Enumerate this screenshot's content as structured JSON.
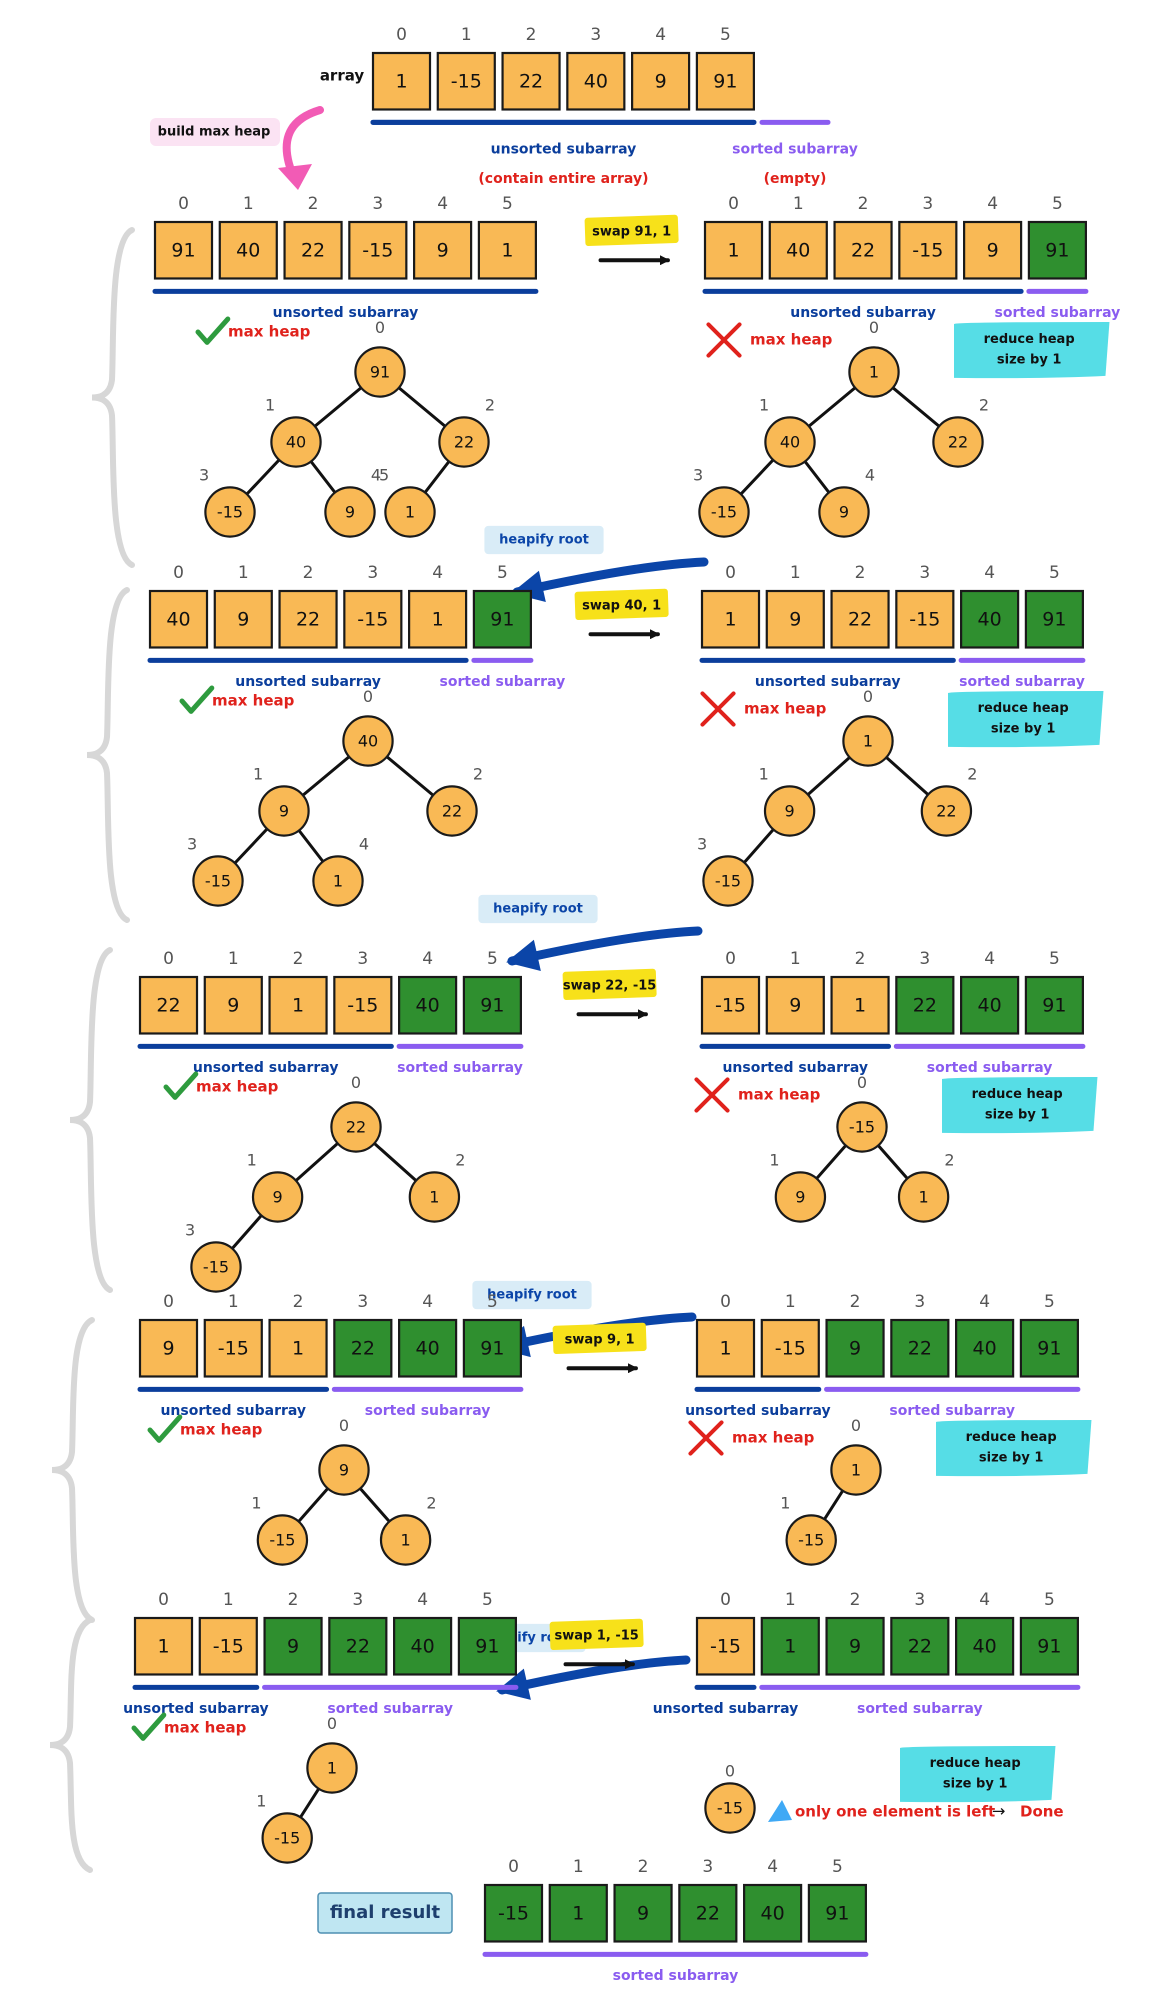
{
  "colors": {
    "unsorted": "#f9b955",
    "sorted": "#2f8f2f",
    "outline": "#1a1a1a",
    "unsorted_line": "#0b3e9c",
    "sorted_line": "#8a5cf0",
    "red": "#e0221c",
    "check": "#2e9b3e",
    "cyan": "#56dde6",
    "yellow": "#f7e11a",
    "pink_arrow": "#f25bb5",
    "blue_arrow": "#0b45a8",
    "index": "#555555",
    "final_badge": "#bfe6f2"
  },
  "labels": {
    "array": "array",
    "unsorted": "unsorted subarray",
    "sorted": "sorted subarray",
    "contain_entire": "(contain entire array)",
    "empty": "(empty)",
    "build_max_heap": "build max heap",
    "max_heap": "max heap",
    "heapify_root": "heapify root",
    "reduce_heap_l1": "reduce heap",
    "reduce_heap_l2": "size by 1",
    "only_one_left": "only one element is left",
    "arrow_right": "→",
    "done": "Done",
    "final_result": "final result",
    "index_zero": "0"
  },
  "initial": {
    "values": [
      "1",
      "-15",
      "22",
      "40",
      "9",
      "91"
    ],
    "sorted_from": 6
  },
  "steps": [
    {
      "swap": "swap 91, 1",
      "before": {
        "values": [
          "91",
          "40",
          "22",
          "-15",
          "9",
          "1"
        ],
        "sorted_from": 6
      },
      "after": {
        "values": [
          "1",
          "40",
          "22",
          "-15",
          "9",
          "91"
        ],
        "sorted_from": 5
      },
      "heap_before": [
        "91",
        "40",
        "22",
        "-15",
        "9",
        "1"
      ],
      "heap_after": [
        "1",
        "40",
        "22",
        "-15",
        "9"
      ]
    },
    {
      "swap": "swap 40, 1",
      "before": {
        "values": [
          "40",
          "9",
          "22",
          "-15",
          "1",
          "91"
        ],
        "sorted_from": 5
      },
      "after": {
        "values": [
          "1",
          "9",
          "22",
          "-15",
          "40",
          "91"
        ],
        "sorted_from": 4
      },
      "heap_before": [
        "40",
        "9",
        "22",
        "-15",
        "1"
      ],
      "heap_after": [
        "1",
        "9",
        "22",
        "-15"
      ]
    },
    {
      "swap": "swap 22, -15",
      "before": {
        "values": [
          "22",
          "9",
          "1",
          "-15",
          "40",
          "91"
        ],
        "sorted_from": 4
      },
      "after": {
        "values": [
          "-15",
          "9",
          "1",
          "22",
          "40",
          "91"
        ],
        "sorted_from": 3
      },
      "heap_before": [
        "22",
        "9",
        "1",
        "-15"
      ],
      "heap_after": [
        "-15",
        "9",
        "1"
      ]
    },
    {
      "swap": "swap 9, 1",
      "before": {
        "values": [
          "9",
          "-15",
          "1",
          "22",
          "40",
          "91"
        ],
        "sorted_from": 3
      },
      "after": {
        "values": [
          "1",
          "-15",
          "9",
          "22",
          "40",
          "91"
        ],
        "sorted_from": 2
      },
      "heap_before": [
        "9",
        "-15",
        "1"
      ],
      "heap_after": [
        "1",
        "-15"
      ]
    },
    {
      "swap": "swap 1, -15",
      "before": {
        "values": [
          "1",
          "-15",
          "9",
          "22",
          "40",
          "91"
        ],
        "sorted_from": 2
      },
      "after": {
        "values": [
          "-15",
          "1",
          "9",
          "22",
          "40",
          "91"
        ],
        "sorted_from": 1
      },
      "heap_before": [
        "1",
        "-15"
      ],
      "heap_after": [
        "-15"
      ]
    }
  ],
  "final": {
    "values": [
      "-15",
      "1",
      "9",
      "22",
      "40",
      "91"
    ],
    "sorted_from": 0
  }
}
